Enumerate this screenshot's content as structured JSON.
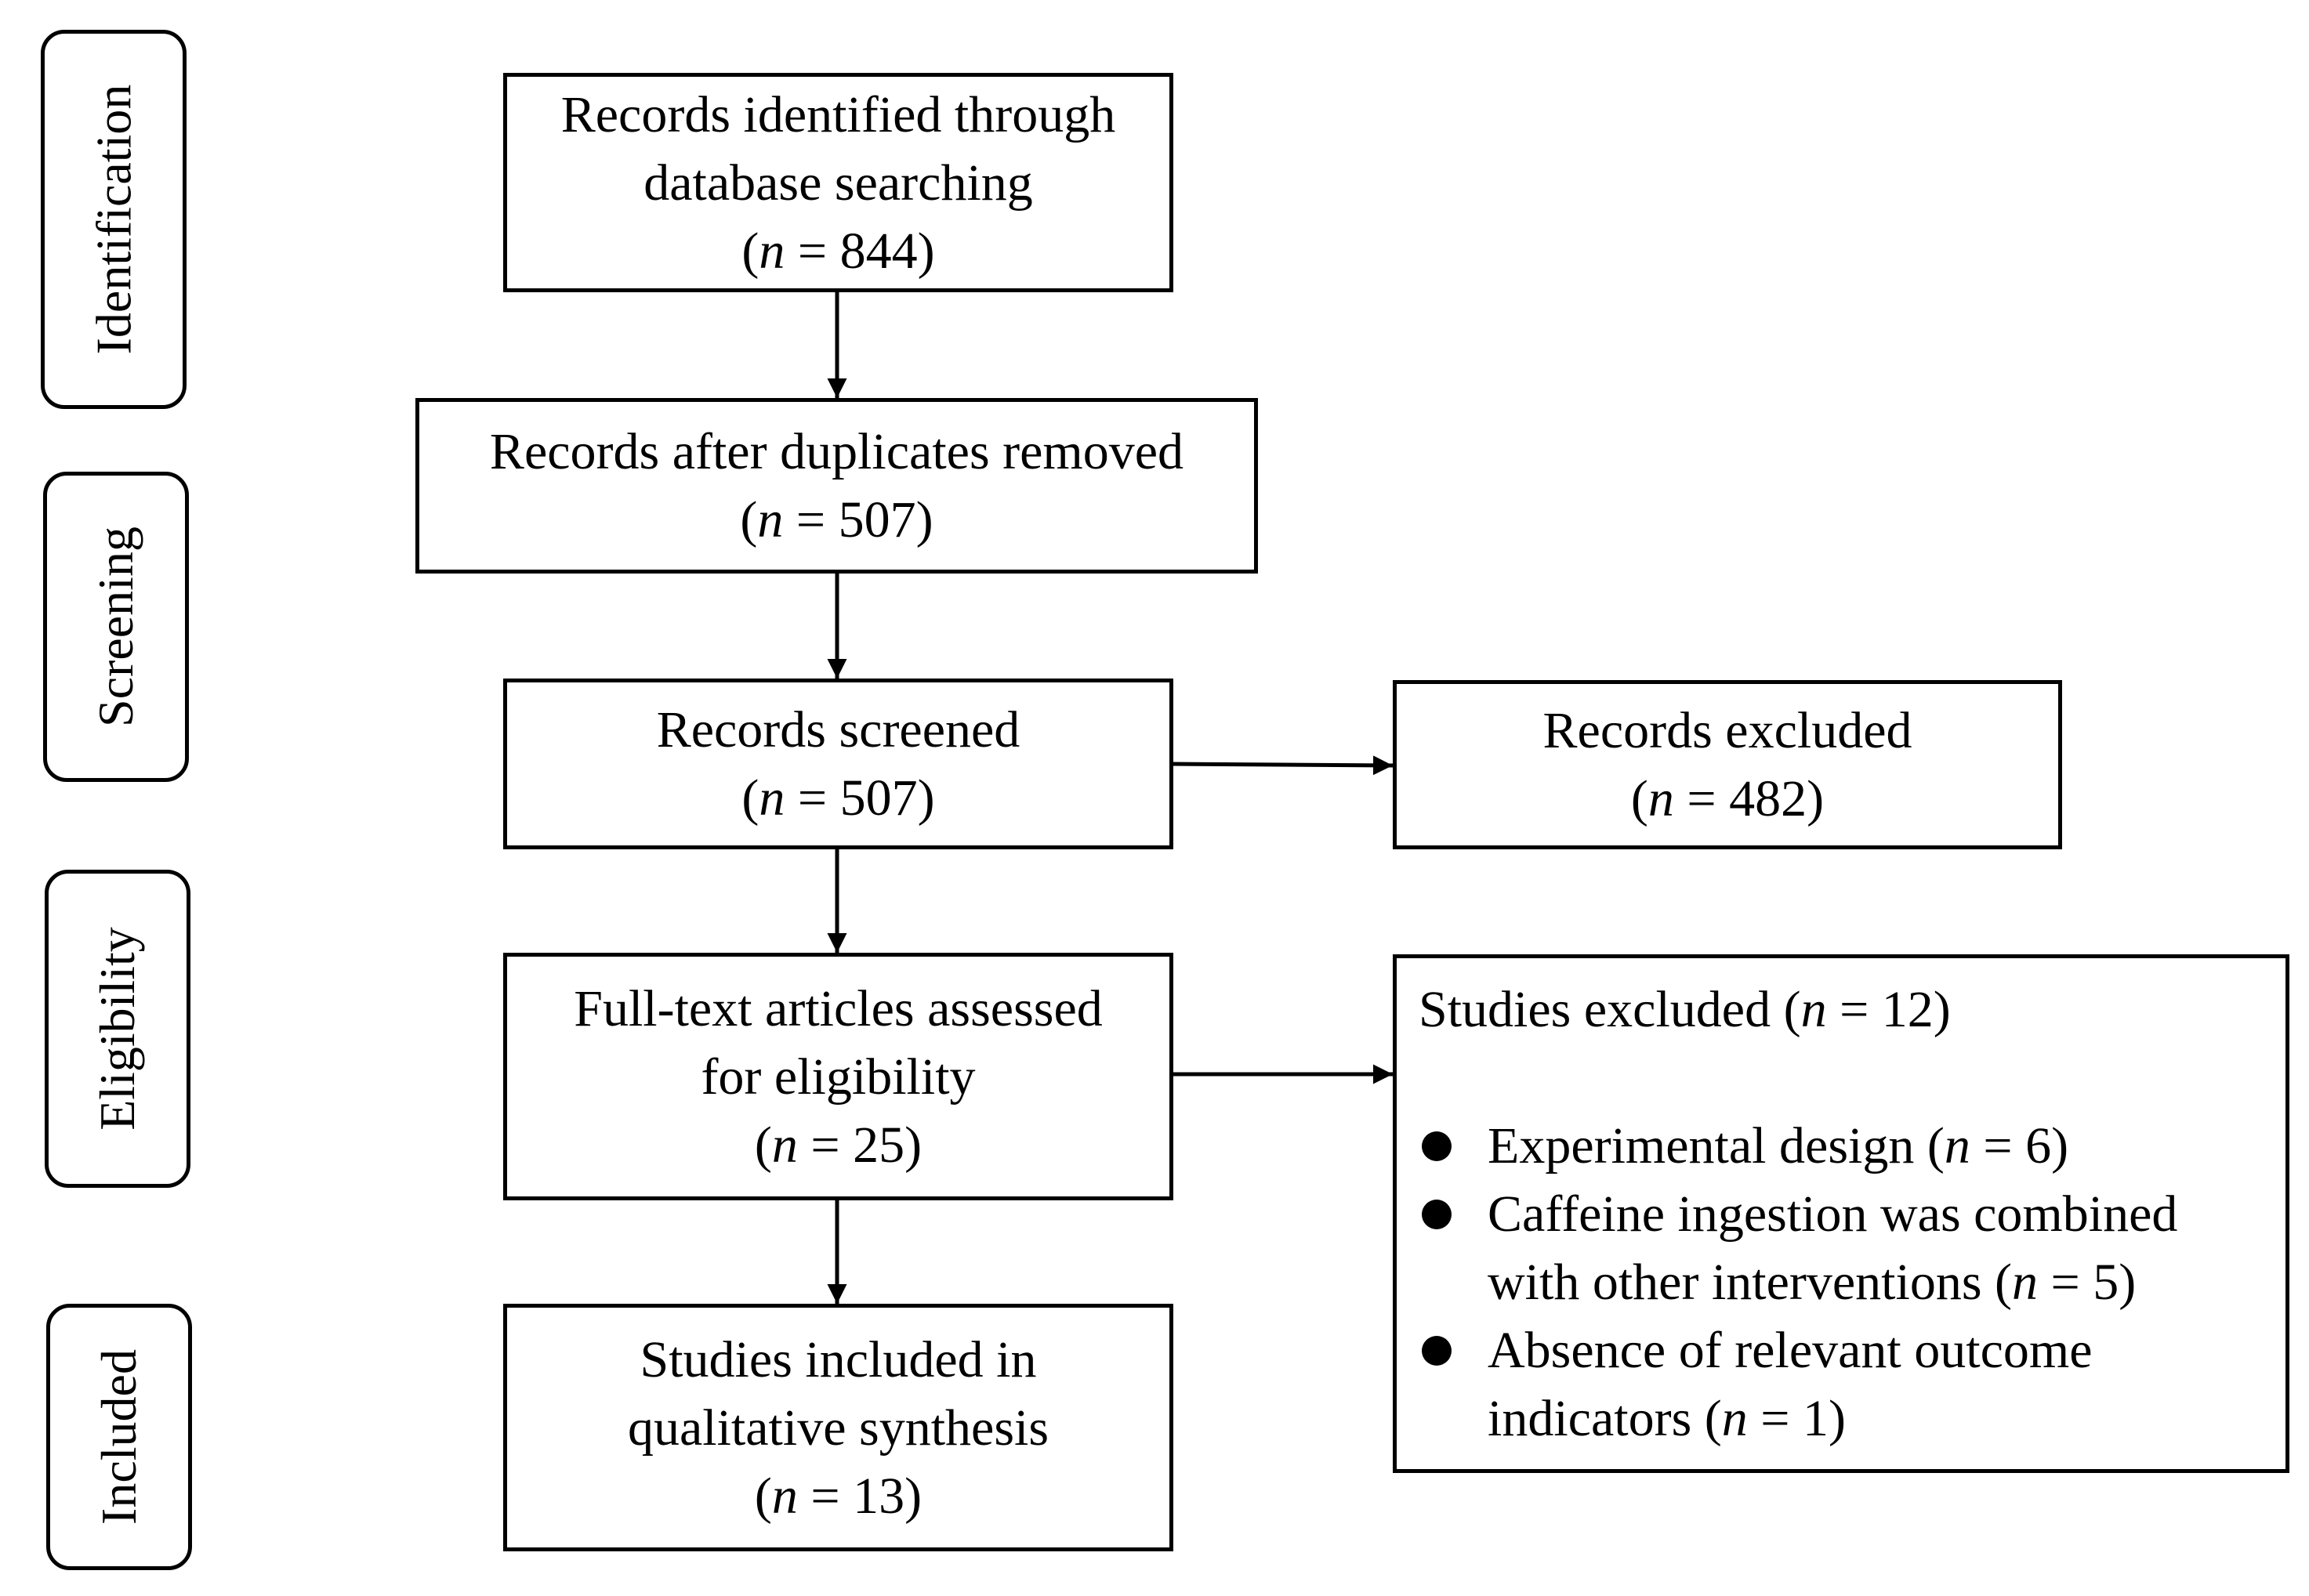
{
  "stages": {
    "identification": "Identification",
    "screening": "Screening",
    "eligibility": "Eligibility",
    "included": "Included"
  },
  "boxes": {
    "identified": {
      "lines": [
        "Records identified through",
        "database searching"
      ],
      "n_label": "n",
      "eq": " = ",
      "n_value": "844"
    },
    "after_duplicates": {
      "lines": [
        "Records after duplicates removed"
      ],
      "n_label": "n",
      "eq": " = ",
      "n_value": "507"
    },
    "screened": {
      "lines": [
        "Records screened"
      ],
      "n_label": "n",
      "eq": " = ",
      "n_value": "507"
    },
    "records_excluded": {
      "lines": [
        "Records excluded"
      ],
      "n_label": "n",
      "eq": " = ",
      "n_value": "482"
    },
    "full_text": {
      "lines": [
        "Full-text articles assessed",
        "for eligibility"
      ],
      "n_label": "n",
      "eq": " = ",
      "n_value": "25"
    },
    "included": {
      "lines": [
        "Studies included in",
        "qualitative synthesis"
      ],
      "n_label": "n",
      "eq": " = ",
      "n_value": "13"
    }
  },
  "studies_excluded": {
    "title_prefix": "Studies excluded (",
    "n_label": "n",
    "eq": " = ",
    "n_value": "12",
    "title_suffix": ")",
    "reasons": [
      {
        "lines": [
          "Experimental design ("
        ],
        "n_label": "n",
        "eq": " = ",
        "n_value": "6",
        "suffix": ")"
      },
      {
        "lines": [
          "Caffeine ingestion was combined",
          "with other interventions ("
        ],
        "n_label": "n",
        "eq": " = ",
        "n_value": "5",
        "suffix": ")"
      },
      {
        "lines": [
          "Absence of relevant outcome",
          "indicators ("
        ],
        "n_label": "n",
        "eq": " = ",
        "n_value": "1",
        "suffix": ")"
      }
    ]
  }
}
